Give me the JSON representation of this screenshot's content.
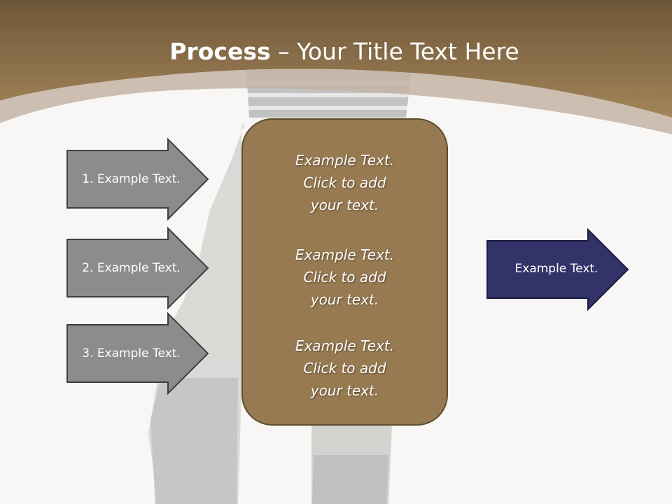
{
  "slide": {
    "title_bold": "Process",
    "title_rest": " – Your Title Text Here",
    "left_arrows": [
      {
        "label": "1. Example Text."
      },
      {
        "label": "2. Example Text."
      },
      {
        "label": "3. Example Text."
      }
    ],
    "center_blocks": [
      {
        "line1": "Example Text.",
        "line2": "Click  to add",
        "line3": "your text."
      },
      {
        "line1": "Example Text.",
        "line2": "Click  to add",
        "line3": "your text."
      },
      {
        "line1": "Example Text.",
        "line2": "Click  to add",
        "line3": "your text."
      }
    ],
    "right_arrow": {
      "label": "Example Text."
    }
  },
  "colors": {
    "header_brown": "#8f7550",
    "center_box": "#977a51",
    "gray_arrow": "#8c8c8c",
    "navy_arrow": "#33336a"
  }
}
